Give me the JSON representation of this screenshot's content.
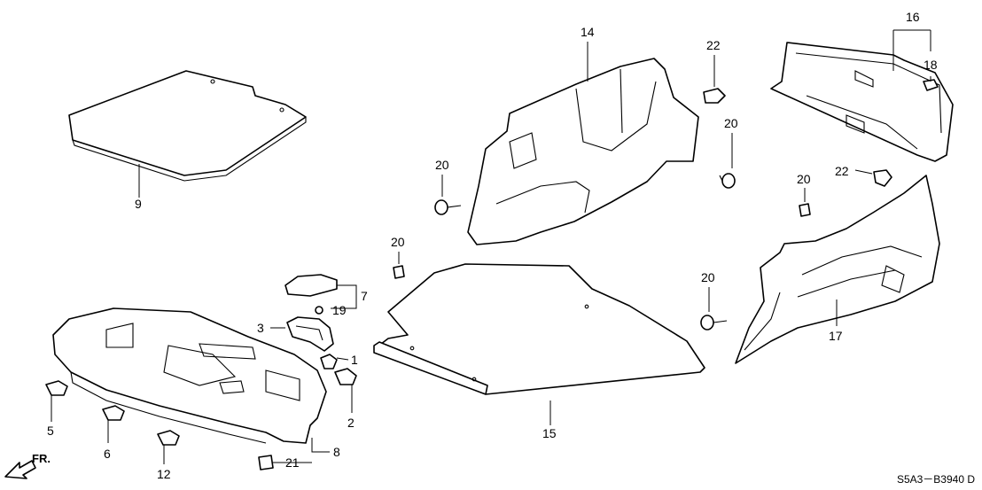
{
  "diagram": {
    "callouts": {
      "c1": "1",
      "c2": "2",
      "c3": "3",
      "c5": "5",
      "c6": "6",
      "c7": "7",
      "c8": "8",
      "c9": "9",
      "c12": "12",
      "c14": "14",
      "c15": "15",
      "c16": "16",
      "c17": "17",
      "c18": "18",
      "c19": "19",
      "c20a": "20",
      "c20b": "20",
      "c20c": "20",
      "c20d": "20",
      "c20e": "20",
      "c21": "21",
      "c22a": "22",
      "c22b": "22"
    },
    "front_indicator": "FR.",
    "diagram_code": "S5A3－B3940 D",
    "colors": {
      "line": "#000000",
      "background": "#ffffff"
    }
  }
}
